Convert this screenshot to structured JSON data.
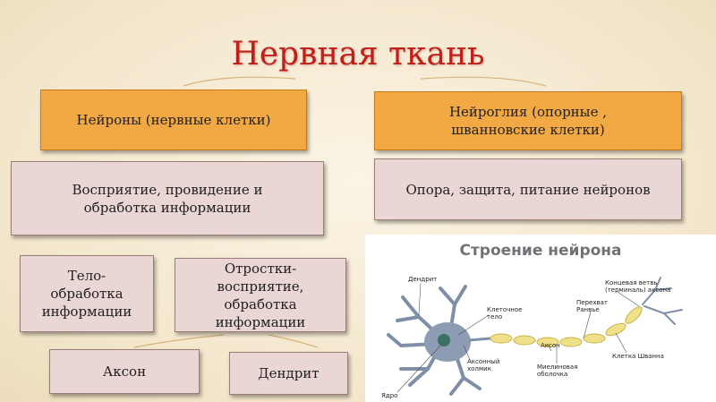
{
  "title": "Нервная ткань",
  "boxes": {
    "neurons": "Нейроны (нервные клетки)",
    "neuroglia": "Нейроглия (опорные , шванновские клетки)",
    "perception": "Восприятие, провидение и обработка информации",
    "support": "Опора, защита, питание нейронов",
    "body": "Тело- обработка информации",
    "processes": "Отростки- восприятие, обработка информации",
    "axon": "Аксон",
    "dendrite": "Дендрит"
  },
  "neuron_image": {
    "title": "Строение нейрона",
    "labels": {
      "dendrite": "Дендрит",
      "cell_body": "Клеточное тело",
      "nucleus": "Ядро",
      "axon_hillock": "Аксонный холмик",
      "node_ranvier": "Перехват Ранвье",
      "axon": "Аксон",
      "myelin": "Миелиновая оболочка",
      "schwann": "Клетка Шванна",
      "terminal": "Концевая ветвь (терминаль) аксона"
    }
  },
  "colors": {
    "title": "#c0201a",
    "orange_box": "#f2a843",
    "pink_box": "#ead6d4",
    "background": "#f6ecd6"
  }
}
